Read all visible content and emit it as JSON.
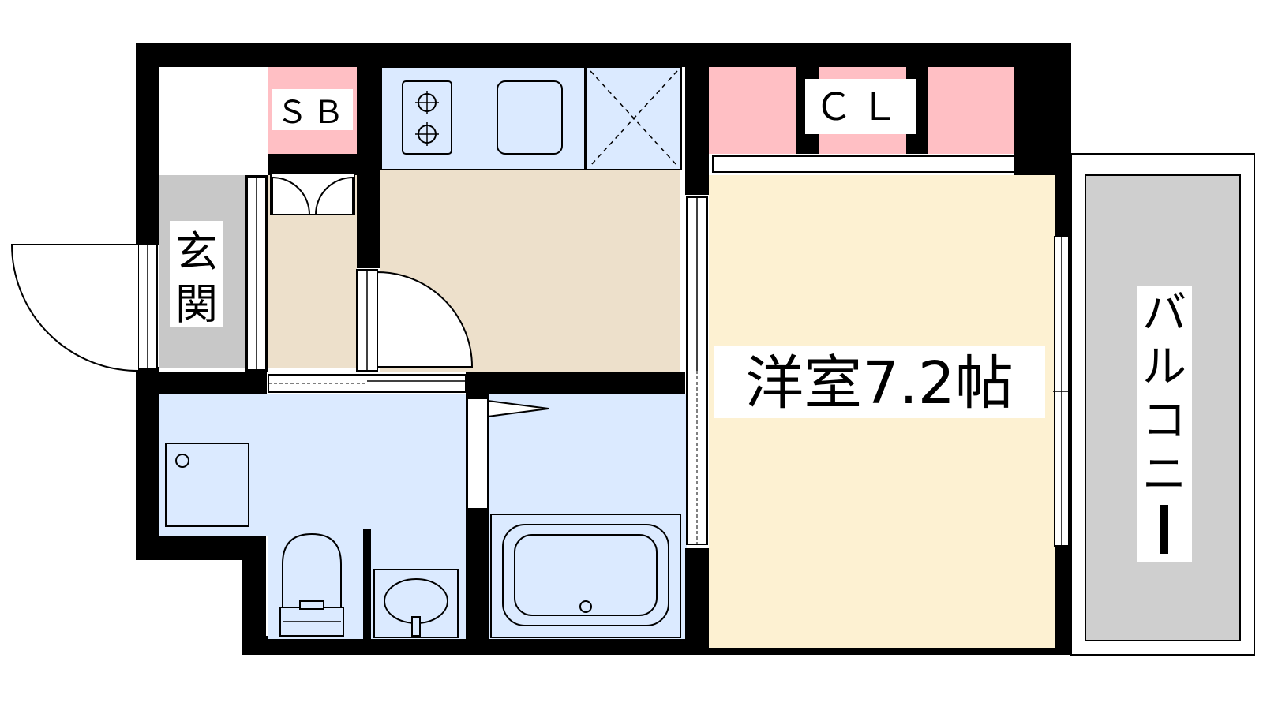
{
  "labels": {
    "storage_box": "ＳＢ",
    "closet": "ＣＬ",
    "entrance_line1": "玄",
    "entrance_line2": "関",
    "room": "洋室7.2帖",
    "balcony": [
      "バ",
      "ル",
      "コ",
      "ニ",
      "ー"
    ]
  },
  "colors": {
    "wall": "#000000",
    "storage": "#ffbfc4",
    "water_area": "#dbeaff",
    "kitchen_floor": "#ede0cb",
    "room_floor": "#fdf1d2",
    "entrance_floor": "#c8c8c8",
    "balcony_floor": "#cfcfcf"
  }
}
